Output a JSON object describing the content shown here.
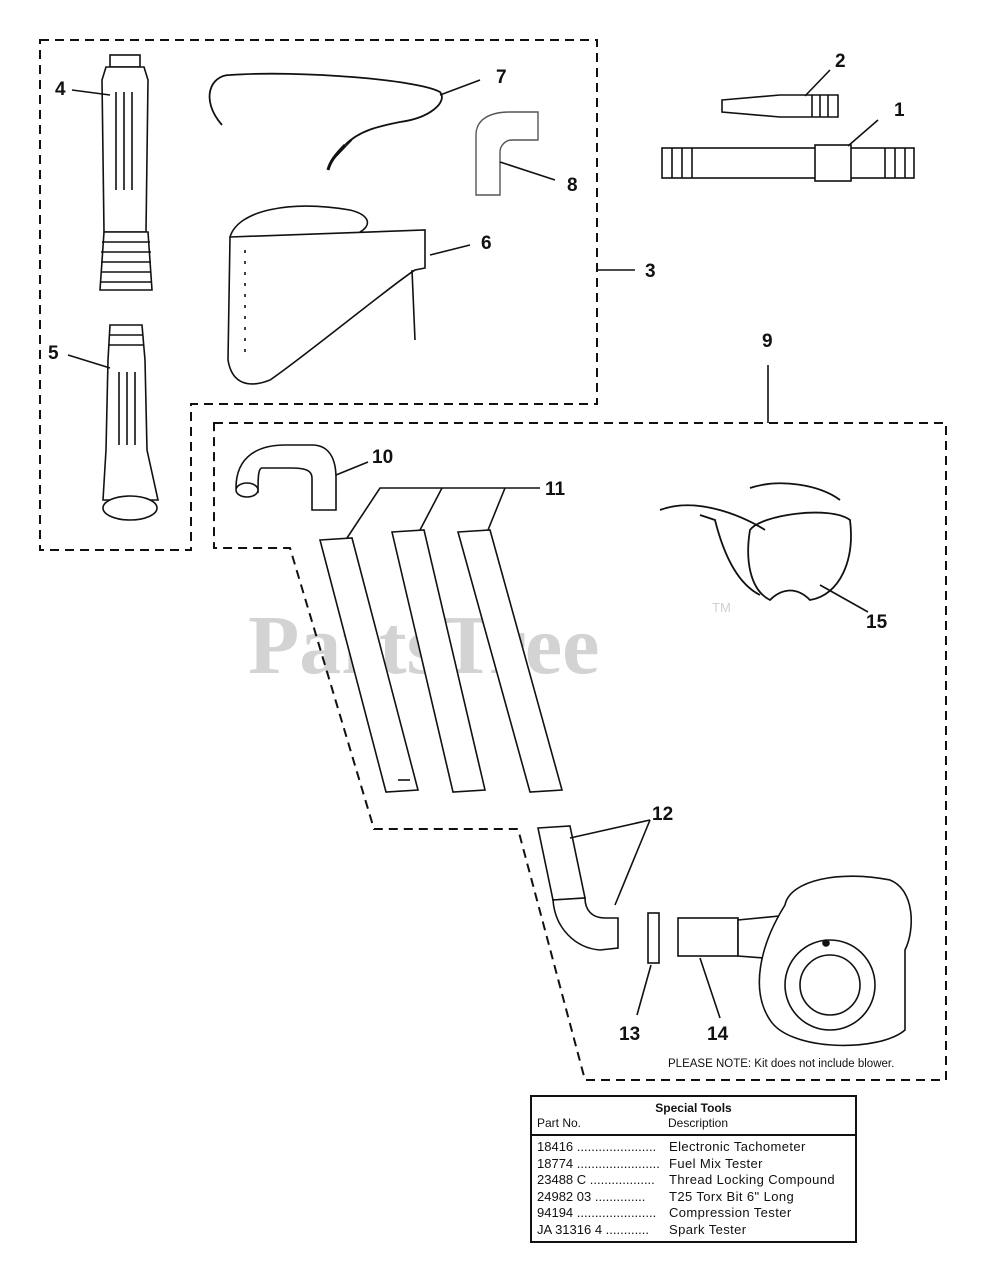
{
  "watermark": {
    "text": "PartsTree",
    "tm": "TM"
  },
  "callouts": [
    "1",
    "2",
    "3",
    "4",
    "5",
    "6",
    "7",
    "8",
    "9",
    "10",
    "11",
    "12",
    "13",
    "14",
    "15"
  ],
  "note": "PLEASE NOTE: Kit does not include blower.",
  "special_tools": {
    "title": "Special Tools",
    "header_part": "Part No.",
    "header_desc": "Description",
    "rows": [
      {
        "part": "18416 ......................",
        "desc": "Electronic Tachometer"
      },
      {
        "part": "18774 .......................",
        "desc": "Fuel Mix Tester"
      },
      {
        "part": "23488 C ..................",
        "desc": "Thread Locking Compound"
      },
      {
        "part": "24982 03 ..............",
        "desc": "T25 Torx Bit 6\" Long"
      },
      {
        "part": "94194 ......................",
        "desc": "Compression Tester"
      },
      {
        "part": "JA 31316 4 ............",
        "desc": "Spark Tester"
      }
    ]
  }
}
